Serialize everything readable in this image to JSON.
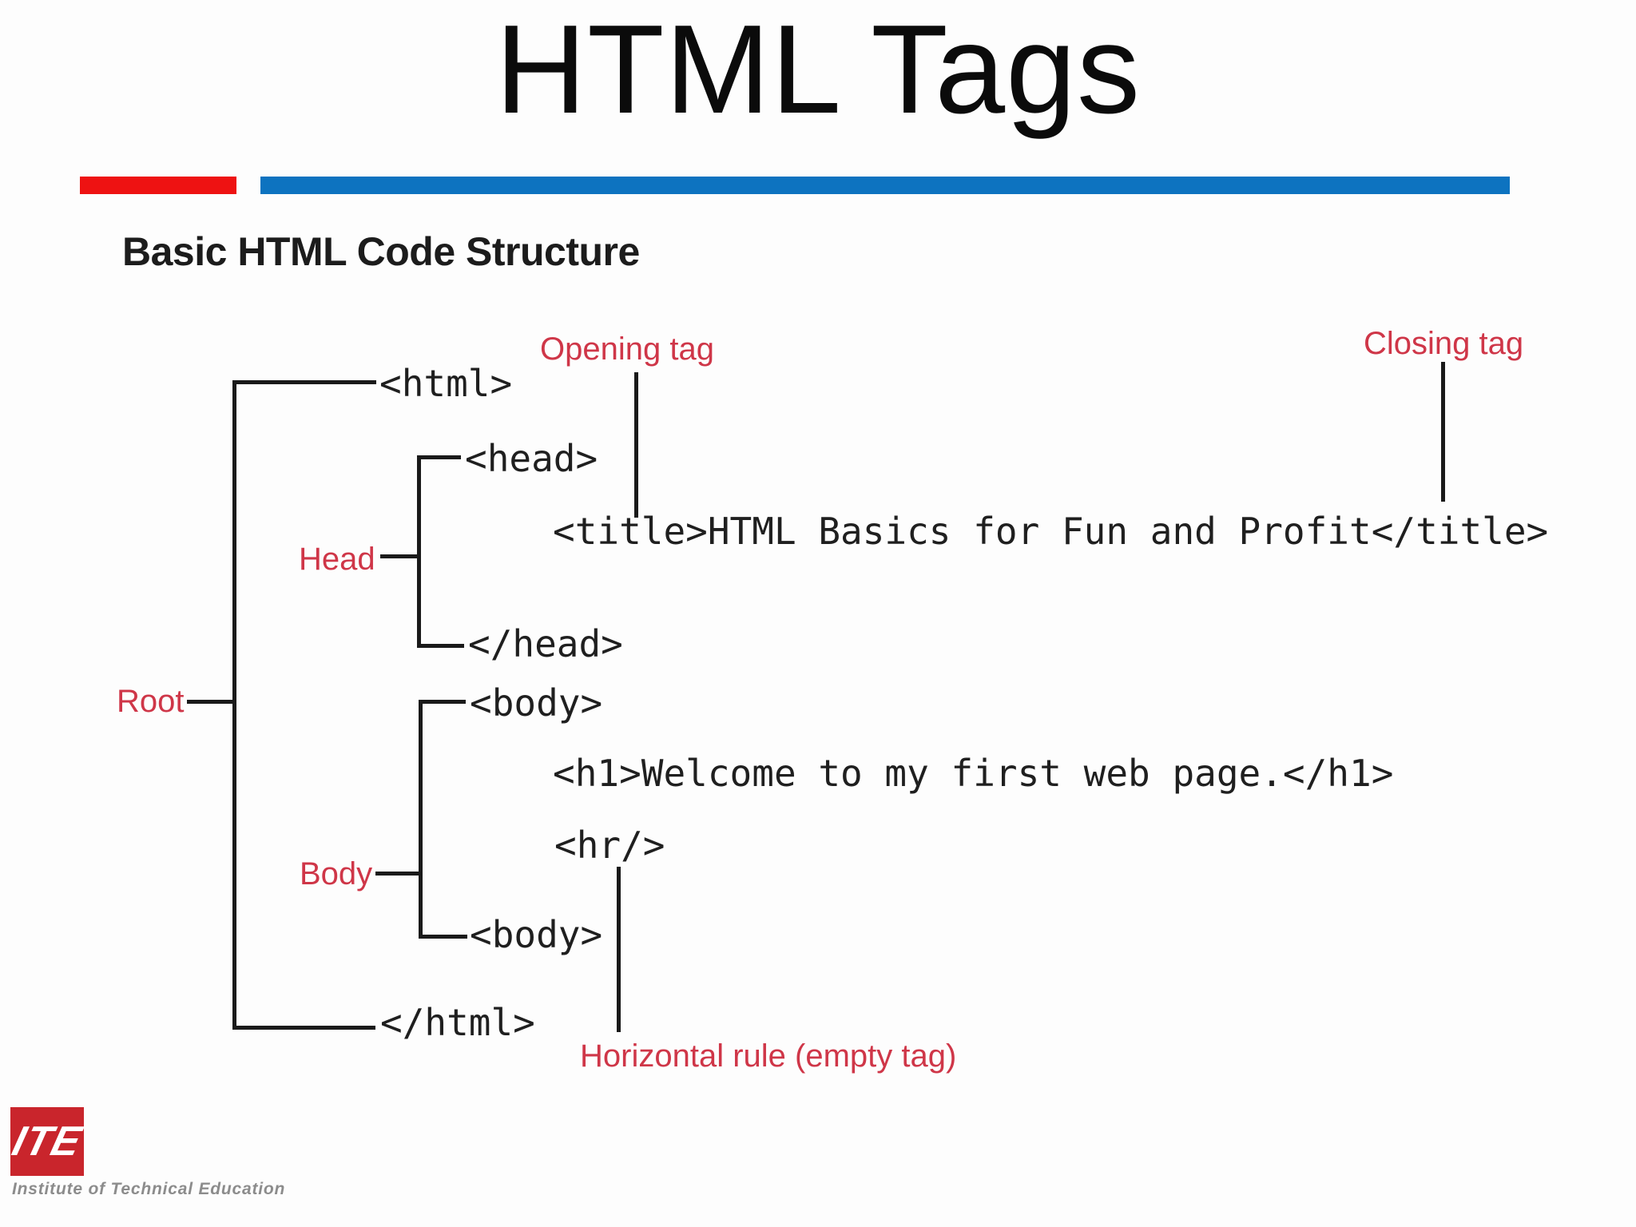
{
  "colors": {
    "background": "#fdfdfd",
    "title": "#0b0b0b",
    "red_bar": "#ee1212",
    "blue_bar": "#0d73c0",
    "label_red": "#cf3648",
    "code": "#1f1f1f",
    "line": "#1a1a1a",
    "logo_red": "#c9252c",
    "footer_gray": "#8c8c8c"
  },
  "slide": {
    "title": "HTML Tags"
  },
  "diagram": {
    "heading": "Basic HTML Code Structure",
    "nodes": {
      "html_open": "<html>",
      "head_open": "<head>",
      "title_line": "<title>HTML Basics for Fun and Profit</title>",
      "head_close": "</head>",
      "body_open": "<body>",
      "h1_line": "<h1>Welcome to my first web page.</h1>",
      "hr_line": "<hr/>",
      "body_close": "<body>",
      "html_close": "</html>"
    },
    "labels": {
      "opening": "Opening tag",
      "closing": "Closing tag",
      "head": "Head",
      "root": "Root",
      "body": "Body",
      "hr": "Horizontal rule (empty tag)"
    }
  },
  "footer": {
    "logo_text": "ITE",
    "org_name": "Institute of Technical Education"
  }
}
